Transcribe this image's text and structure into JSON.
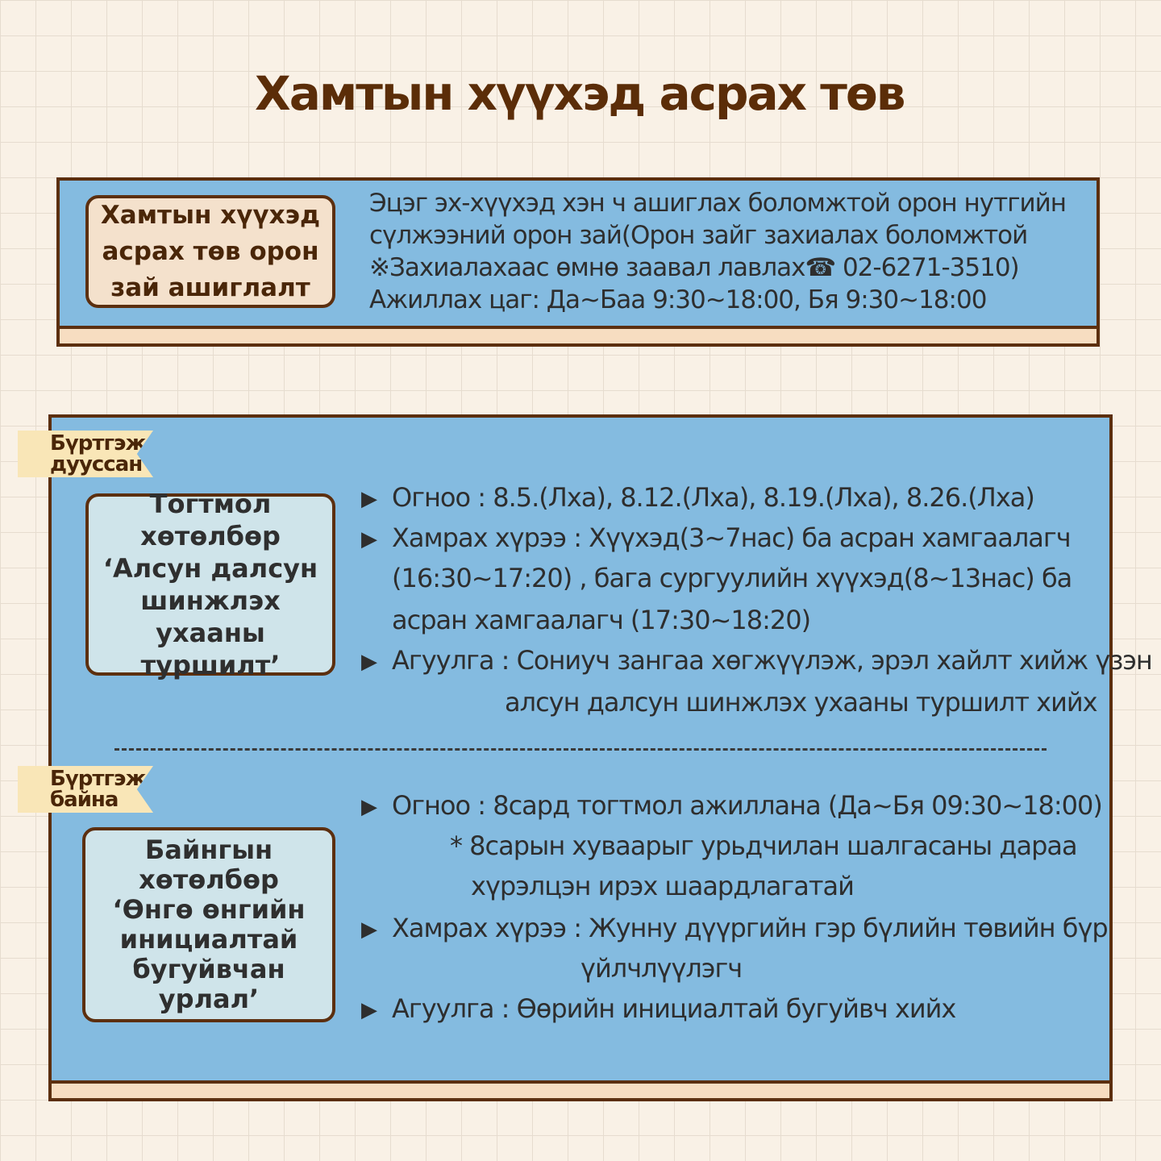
{
  "title": "Хамтын хүүхэд асрах төв",
  "section1": {
    "label": [
      "Хамтын хүүхэд",
      "асрах төв орон",
      "зай ашиглалт"
    ],
    "lines": [
      "Эцэг эх-хүүхэд хэн ч ашиглах боломжтой орон нутгийн",
      "сүлжээний орон зай(Орон зайг захиалах боломжтой",
      " ※Захиалахаас өмнө заавал лавлах☎ 02-6271-3510)",
      "Ажиллах цаг: Да~Баа 9:30~18:00, Бя 9:30~18:00"
    ]
  },
  "program1": {
    "status": [
      "Бүртгэж",
      "дууссан"
    ],
    "label": [
      "Тогтмол",
      "хөтөлбөр",
      "‘Алсун далсун",
      "шинжлэх",
      "ухааны туршилт’"
    ],
    "date": "Огноо : 8.5.(Лха), 8.12.(Лха), 8.19.(Лха), 8.26.(Лха)",
    "scope1": "Хамрах хүрээ : Хүүхэд(3~7нас) ба асран хамгаалагч",
    "scope2": "(16:30~17:20) , бага сургуулийн хүүхэд(8~13нас) ба",
    "scope3": "асран хамгаалагч (17:30~18:20)",
    "content1": "Агуулга :  Сониуч зангаа хөгжүүлэж,  эрэл хайлт хийж үзэн",
    "content2": "алсун далсун шинжлэх ухааны туршилт хийх"
  },
  "program2": {
    "status": [
      "Бүртгэж",
      "байна"
    ],
    "label": [
      "Байнгын",
      "хөтөлбөр",
      "‘Өнгө өнгийн",
      "инициалтай",
      "бугуйвчан",
      "урлал’"
    ],
    "date": "Огноо : 8сард тогтмол ажиллана (Да~Бя 09:30~18:00)",
    "note1": "* 8сарын хуваарыг урьдчилан шалгасаны дараа",
    "note2": "хүрэлцэн ирэх шаардлагатай",
    "scope1": "Хамрах хүрээ : Жунну дүүргийн гэр бүлийн төвийн бүр",
    "scope2": "үйлчлүүлэгч",
    "content": "Агуулга :   Өөрийн инициалтай бугуйвч хийх"
  },
  "icons": {
    "bullet": "▶"
  },
  "colors": {
    "panel": "#84bbe0",
    "border": "#5c2f0f",
    "title": "#5b2d08"
  }
}
